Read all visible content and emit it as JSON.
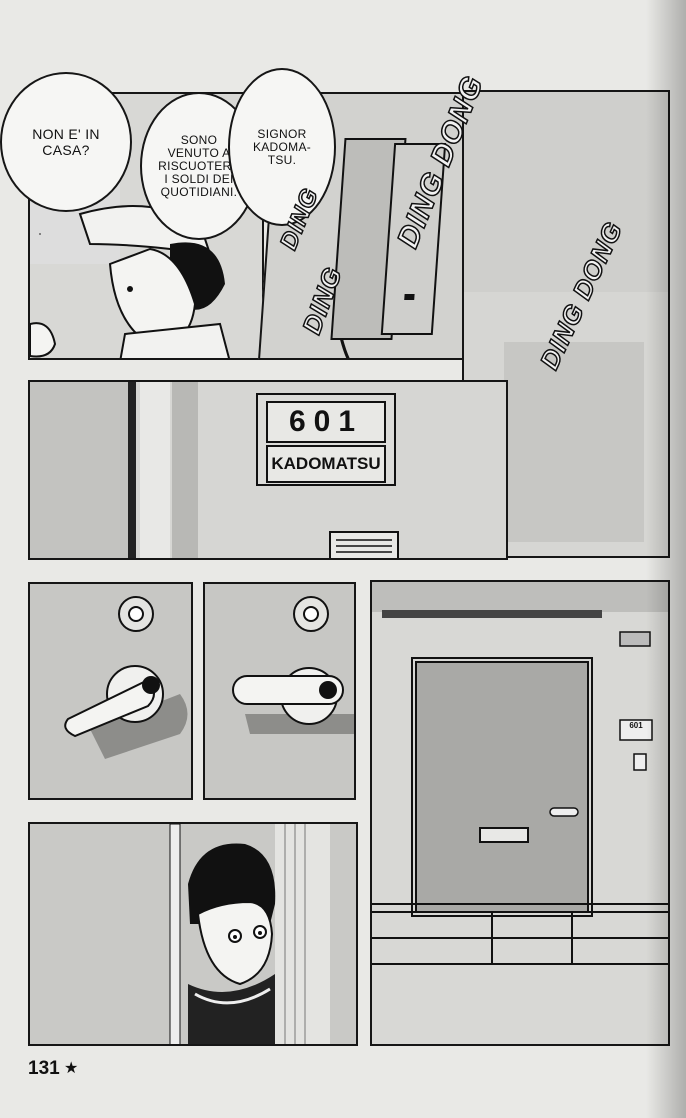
{
  "bubbles": {
    "not_home": "NON E' IN CASA?",
    "collect": "SONO VENUTO A RISCUOTERE I SOLDI DEI QUOTIDIANI.",
    "signor": "SIGNOR KADOMA-TSU."
  },
  "sfx": {
    "ding_1": "DING",
    "dong_1": "DING DONG",
    "ding_2": "DING",
    "ding_dong_right": "DING DONG"
  },
  "nameplate": {
    "number": "601",
    "name": "KADOMATSU"
  },
  "small_plate": {
    "number": "601"
  },
  "page": {
    "number": "131",
    "star": "★"
  }
}
